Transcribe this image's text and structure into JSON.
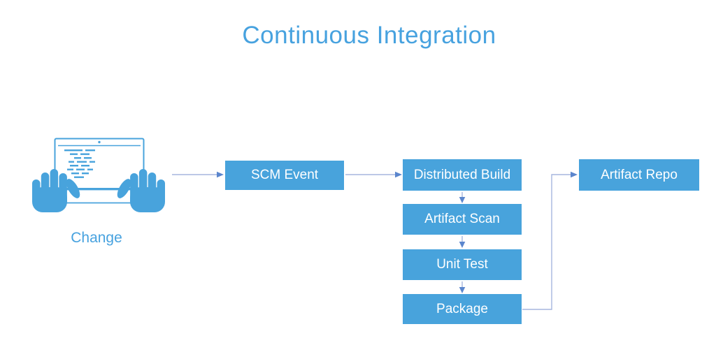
{
  "title": "Continuous Integration",
  "colors": {
    "accent_blue": "#48A3DC",
    "connector_line": "#A6B6DE",
    "connector_arrow": "#5B86CD",
    "node_text": "#FFFFFF",
    "background": "#FFFFFF"
  },
  "diagram": {
    "change": {
      "label": "Change",
      "icon": "laptop-hands-icon"
    },
    "nodes": [
      {
        "id": "scm-event",
        "label": "SCM Event"
      },
      {
        "id": "distributed-build",
        "label": "Distributed Build"
      },
      {
        "id": "artifact-scan",
        "label": "Artifact Scan"
      },
      {
        "id": "unit-test",
        "label": "Unit Test"
      },
      {
        "id": "package",
        "label": "Package"
      },
      {
        "id": "artifact-repo",
        "label": "Artifact Repo"
      }
    ],
    "edges": [
      {
        "from": "change",
        "to": "scm-event"
      },
      {
        "from": "scm-event",
        "to": "distributed-build"
      },
      {
        "from": "distributed-build",
        "to": "artifact-scan"
      },
      {
        "from": "artifact-scan",
        "to": "unit-test"
      },
      {
        "from": "unit-test",
        "to": "package"
      },
      {
        "from": "package",
        "to": "artifact-repo"
      }
    ]
  }
}
